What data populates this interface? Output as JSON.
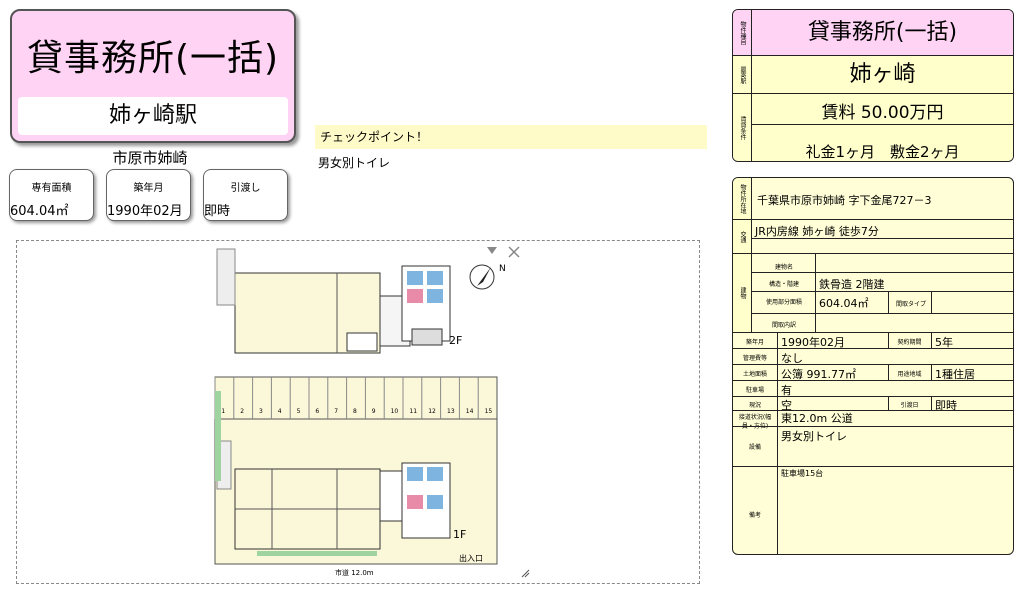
{
  "header": {
    "title": "貸事務所(一括)",
    "station": "姉ヶ崎駅",
    "area": "市原市姉崎"
  },
  "info_buttons": [
    {
      "label": "専有面積",
      "value": "604.04㎡"
    },
    {
      "label": "築年月",
      "value": "1990年02月"
    },
    {
      "label": "引渡し",
      "value": "即時"
    }
  ],
  "checkpoint": {
    "title": "チェックポイント！",
    "note": "男女別トイレ"
  },
  "floorplan": {
    "floor_2f": "2F",
    "floor_1f": "1F",
    "compass": "N",
    "road": "市道 12.0m",
    "entrance": "出入口",
    "parking_numbers": [
      "1",
      "2",
      "3",
      "4",
      "5",
      "6",
      "7",
      "8",
      "9",
      "10",
      "11",
      "12",
      "13",
      "14",
      "15"
    ]
  },
  "summary": {
    "label_type": "物件種目",
    "type": "貸事務所(一括)",
    "label_station": "最寄駅",
    "station": "姉ヶ崎",
    "label_terms": "賃貸条件",
    "rent": "賃料 50.00万円",
    "deposit": "礼金1ヶ月　敷金2ヶ月"
  },
  "details": {
    "label_address": "物件所在地",
    "address": "千葉県市原市姉崎 字下金尾727－3",
    "label_access": "交通",
    "access": "JR内房線 姉ヶ崎 徒歩7分",
    "label_building": "建物",
    "label_bname": "建物名",
    "bname": "",
    "label_structure": "構造・階建",
    "structure": "鉄骨造 2階建",
    "label_area": "使用部分面積",
    "area": "604.04㎡",
    "label_layout": "間取タイプ",
    "layout": "",
    "label_layout_detail": "間取内訳",
    "layout_detail": "",
    "label_built": "築年月",
    "built": "1990年02月",
    "label_contract": "契約期間",
    "contract": "5年",
    "label_manager": "管理費等",
    "manager": "なし",
    "label_land": "土地面積",
    "land": "公簿 991.77㎡",
    "label_zoning": "用途地域",
    "zoning": "1種住居",
    "label_parking": "駐車場",
    "parking": "有",
    "label_status": "現況",
    "status": "空",
    "label_handover": "引渡日",
    "handover": "即時",
    "label_road": "接道状況(幅員・方位)",
    "road": "東12.0m 公道",
    "label_equip": "設備",
    "equip": "男女別トイレ",
    "label_remarks": "備考",
    "remarks": "駐車場15台"
  }
}
